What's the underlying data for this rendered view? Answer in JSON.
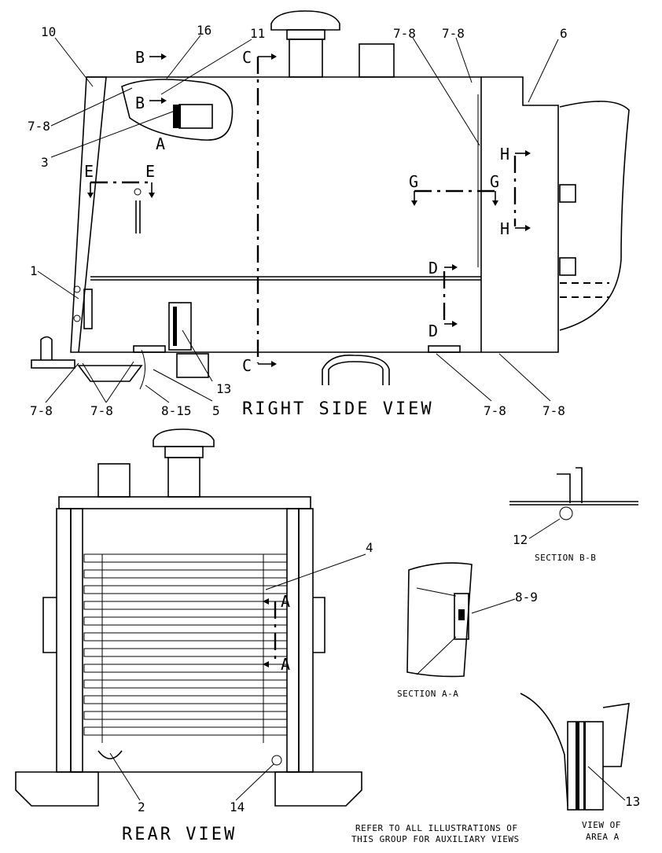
{
  "views": {
    "right_side": "RIGHT SIDE VIEW",
    "rear": "REAR VIEW",
    "section_bb": "SECTION B-B",
    "section_aa": "SECTION A-A",
    "view_area_a_line1": "VIEW OF",
    "view_area_a_line2": "AREA A"
  },
  "note": {
    "line1": "REFER TO ALL ILLUSTRATIONS OF",
    "line2": "THIS GROUP FOR AUXILIARY VIEWS"
  },
  "callouts": {
    "c10": "10",
    "c16": "16",
    "c11": "11",
    "c78_top_a": "7-8",
    "c78_top_b": "7-8",
    "c6": "6",
    "c78_left": "7-8",
    "c3": "3",
    "c1": "1",
    "c13_side": "13",
    "c78_b1": "7-8",
    "c78_b2": "7-8",
    "c815": "8-15",
    "c5": "5",
    "c78_b3": "7-8",
    "c78_b4": "7-8",
    "c4": "4",
    "c12": "12",
    "c89": "8-9",
    "c2": "2",
    "c14": "14",
    "c13_area": "13"
  },
  "section_letters": {
    "b_top": "B",
    "b_bottom": "B",
    "a_side": "A",
    "c_top": "C",
    "c_bottom": "C",
    "e_left": "E",
    "e_right": "E",
    "g_left": "G",
    "g_right": "G",
    "h_top": "H",
    "h_bottom": "H",
    "d_top": "D",
    "d_bottom": "D",
    "a_rear_top": "A",
    "a_rear_bottom": "A"
  }
}
